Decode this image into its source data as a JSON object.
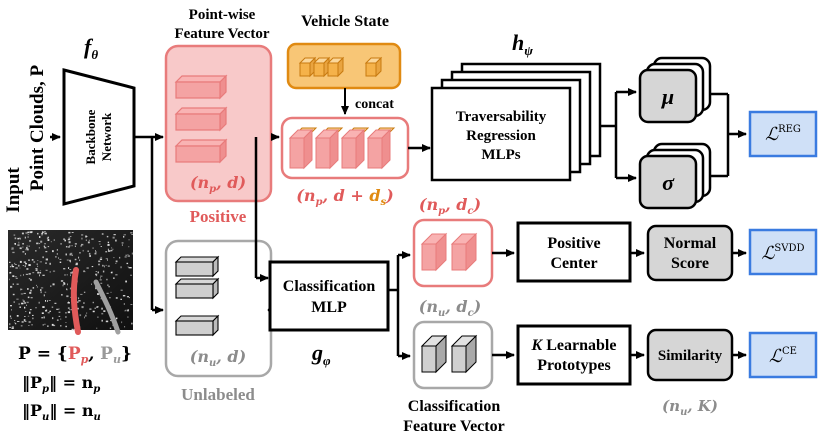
{
  "input": {
    "label_line1": "Input",
    "label_line2": "Point Clouds, P"
  },
  "backbone": {
    "symbol": "fθ",
    "label_line1": "Backbone",
    "label_line2": "Network"
  },
  "feature_vector": {
    "title_line1": "Point-wise",
    "title_line2": "Feature Vector"
  },
  "positive": {
    "dims": "(np, d)",
    "label": "Positive"
  },
  "unlabeled": {
    "dims": "(nu, d)",
    "label": "Unlabeled"
  },
  "vehicle_state": {
    "title": "Vehicle State",
    "concat_label": "concat"
  },
  "concat_dims": "(np, d + ds)",
  "regression": {
    "symbol": "hψ",
    "line1": "Traversability",
    "line2": "Regression",
    "line3": "MLPs",
    "mu": "μ",
    "sigma": "σ",
    "loss": "L REG"
  },
  "classification_mlp": {
    "line1": "Classification",
    "line2": "MLP",
    "symbol": "gφ"
  },
  "svdd_branch": {
    "dims": "(np, dc)",
    "center_line1": "Positive",
    "center_line2": "Center",
    "score_line1": "Normal",
    "score_line2": "Score",
    "loss": "L SVDD"
  },
  "ce_branch": {
    "dims": "(nu, dc)",
    "feature_line1": "Classification",
    "feature_line2": "Feature Vector",
    "proto_line1": "K Learnable",
    "proto_line2": "Prototypes",
    "similarity": "Similarity",
    "sim_dims": "(nu, K)",
    "loss": "L CE"
  },
  "set_notation": {
    "line1": "P = {Pp, Pu}",
    "line2": "‖Pp‖ = np",
    "line3": "‖Pu‖ = nu"
  },
  "colors": {
    "positive_fill": "#f4a3a3",
    "positive_stroke": "#e87b7b",
    "positive_text": "#e05a5a",
    "unlabeled_stroke": "#a8a8a8",
    "unlabeled_text": "#8c8c8c",
    "vehicle_fill": "#f5b24a",
    "vehicle_stroke": "#e08a12",
    "loss_fill": "#cfe0f7",
    "loss_stroke": "#3a7be0",
    "gray_fill": "#d6d6d6"
  }
}
